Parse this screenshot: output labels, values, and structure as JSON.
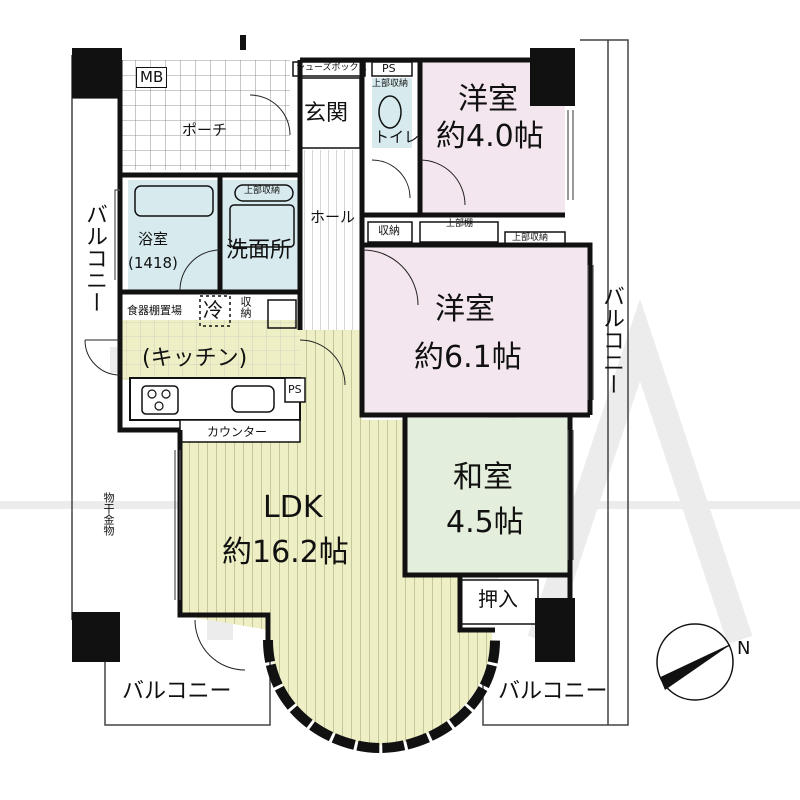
{
  "rooms": {
    "western1": {
      "name": "洋室",
      "size": "約4.0帖"
    },
    "western2": {
      "name": "洋室",
      "size": "約6.1帖"
    },
    "japanese": {
      "name": "和室",
      "size": "4.5帖"
    },
    "ldk": {
      "name": "LDK",
      "size": "約16.2帖"
    },
    "bath": {
      "name": "浴室",
      "size": "(1418)"
    },
    "washroom": "洗面所",
    "kitchen": "(キッチン)",
    "entrance": "玄関",
    "toilet": "トイレ",
    "porch": "ポーチ",
    "hall": "ホール"
  },
  "labels": {
    "mb": "MB",
    "ps_top": "PS",
    "ps_kitchen": "PS",
    "shoebox": "シューズボックス",
    "upper_storage_toilet": "上部収納",
    "upper_storage_wash": "上部収納",
    "storage_hall": "収納",
    "upper_shelf": "上部棚",
    "upper_storage_right": "上部収納",
    "storage_kitchen": "収納",
    "dish_shelf": "食器棚置場",
    "fridge": "冷",
    "counter": "カウンター",
    "closet": "押入",
    "drying_rack": "物干金物"
  },
  "balconies": {
    "left": "バルコニー",
    "right": "バルコニー",
    "bottom_left": "バルコニー",
    "bottom_right": "バルコニー"
  },
  "compass": {
    "north": "N"
  },
  "colors": {
    "wall": "#111111",
    "western": "#f3e6ee",
    "japanese": "#e4eedc",
    "ldk": "#efefc6",
    "wet": "#d7ebef",
    "watermark": "#ececec"
  }
}
